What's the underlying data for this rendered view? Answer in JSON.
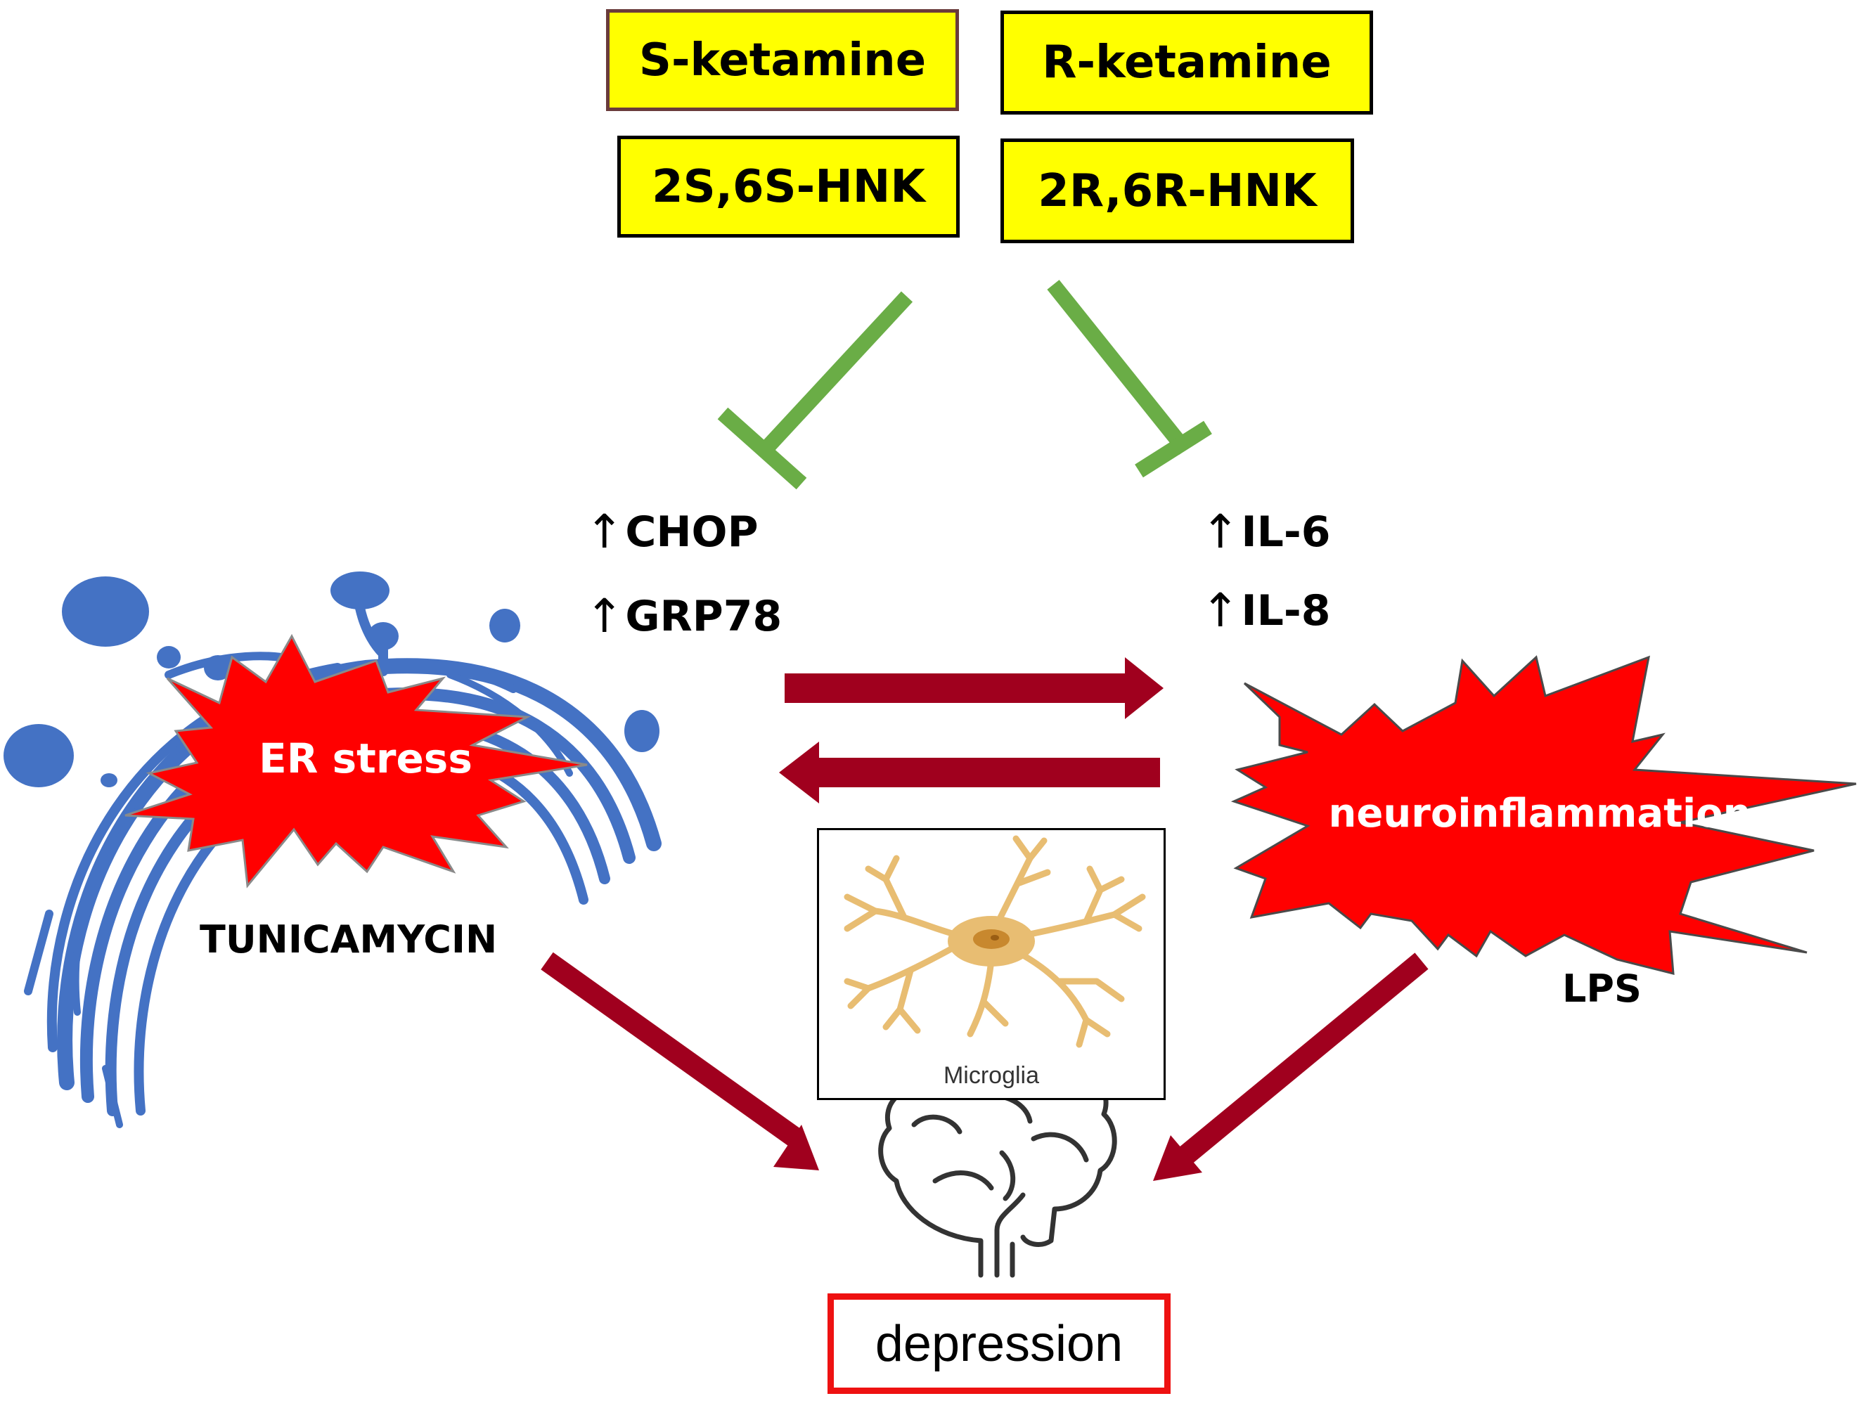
{
  "drugs": {
    "s_ketamine": "S-ketamine",
    "r_ketamine": "R-ketamine",
    "hnk_s": "2S,6S-HNK",
    "hnk_r": "2R,6R-HNK"
  },
  "er_markers": {
    "arrow": "↑",
    "chop": "CHOP",
    "grp78": "GRP78"
  },
  "inflammation_markers": {
    "arrow": "↑",
    "il6": "IL-6",
    "il8": "IL-8"
  },
  "er_stress": {
    "label": "ER stress",
    "inducer": "TUNICAMYCIN"
  },
  "neuroinflammation": {
    "label": "neuroinflammation",
    "inducer": "LPS"
  },
  "microglia": {
    "caption": "Microglia"
  },
  "outcome": {
    "label": "depression"
  },
  "colors": {
    "drug_box_fill": "#ffff00",
    "s_ketamine_border": "#6a3b3b",
    "inhibition": "#6aad46",
    "arrow": "#a0001e",
    "burst": "#ff0000",
    "er_organelle": "#4472c4",
    "microglia": "#e8bd72",
    "depression_border": "#ee1111"
  },
  "icons": [
    "er-organelle-icon",
    "microglia-icon",
    "brain-icon"
  ]
}
